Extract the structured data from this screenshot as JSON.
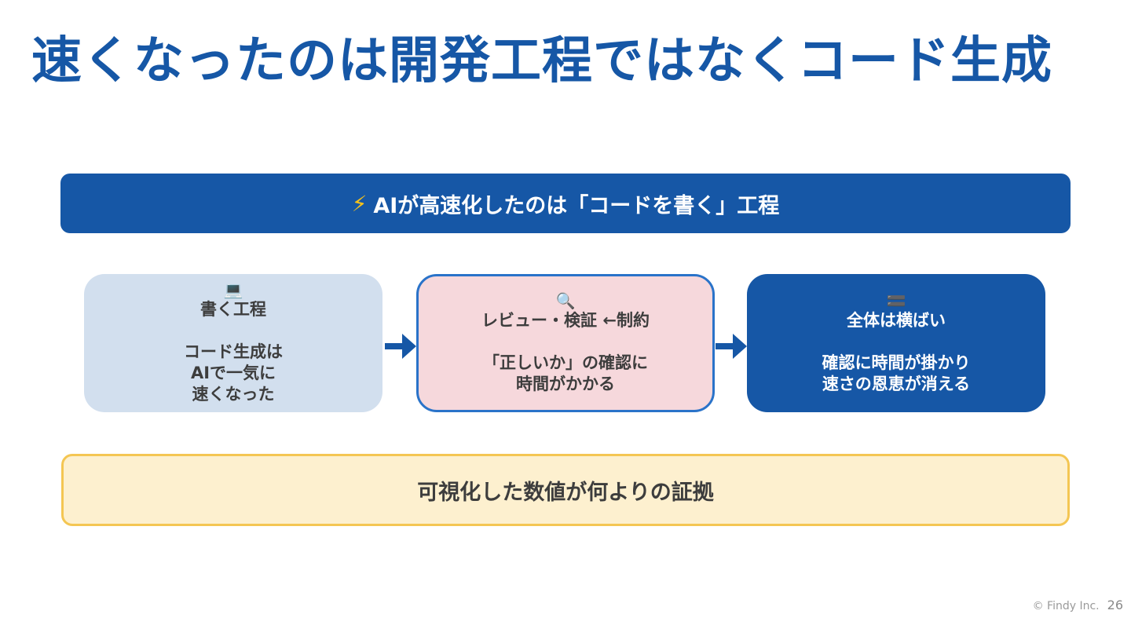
{
  "title": "速くなったのは開発工程ではなくコード生成",
  "banner": {
    "icon": "⚡",
    "text": "AIが高速化したのは「コードを書く」工程"
  },
  "steps": [
    {
      "icon": "💻",
      "heading": "書く工程",
      "lines": [
        "コード生成は",
        "AIで一気に",
        "速くなった"
      ]
    },
    {
      "icon": "🔍",
      "heading": "レビュー・検証 ←制約",
      "lines": [
        "「正しいか」の確認に",
        "時間がかかる"
      ]
    },
    {
      "icon": "🟰",
      "heading": "全体は横ばい",
      "lines": [
        "確認に時間が掛かり",
        "速さの恩恵が消える"
      ]
    }
  ],
  "callout": "可視化した数値が何よりの証拠",
  "footer": {
    "copyright": "© Findy Inc.",
    "page": "26"
  },
  "colors": {
    "primary": "#1657a6",
    "step1_bg": "#d2dfee",
    "step2_bg": "#f6d8dc",
    "callout_bg": "#fdf0cf",
    "callout_border": "#f4c653"
  }
}
